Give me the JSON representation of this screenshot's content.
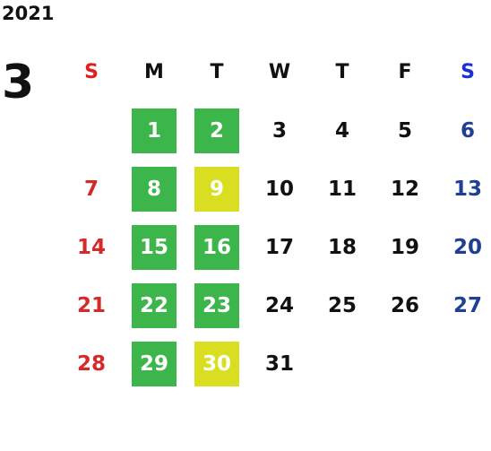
{
  "calendar": {
    "year": "2021",
    "month": "3",
    "weekday_headers": [
      "S",
      "M",
      "T",
      "W",
      "T",
      "F",
      "S"
    ],
    "weeks": [
      [
        {
          "day": "",
          "highlight": "none"
        },
        {
          "day": "1",
          "highlight": "green"
        },
        {
          "day": "2",
          "highlight": "green"
        },
        {
          "day": "3",
          "highlight": "none"
        },
        {
          "day": "4",
          "highlight": "none"
        },
        {
          "day": "5",
          "highlight": "none"
        },
        {
          "day": "6",
          "highlight": "none"
        }
      ],
      [
        {
          "day": "7",
          "highlight": "none"
        },
        {
          "day": "8",
          "highlight": "green"
        },
        {
          "day": "9",
          "highlight": "yellow"
        },
        {
          "day": "10",
          "highlight": "none"
        },
        {
          "day": "11",
          "highlight": "none"
        },
        {
          "day": "12",
          "highlight": "none"
        },
        {
          "day": "13",
          "highlight": "none"
        }
      ],
      [
        {
          "day": "14",
          "highlight": "none"
        },
        {
          "day": "15",
          "highlight": "green"
        },
        {
          "day": "16",
          "highlight": "green"
        },
        {
          "day": "17",
          "highlight": "none"
        },
        {
          "day": "18",
          "highlight": "none"
        },
        {
          "day": "19",
          "highlight": "none"
        },
        {
          "day": "20",
          "highlight": "none"
        }
      ],
      [
        {
          "day": "21",
          "highlight": "none"
        },
        {
          "day": "22",
          "highlight": "green"
        },
        {
          "day": "23",
          "highlight": "green"
        },
        {
          "day": "24",
          "highlight": "none"
        },
        {
          "day": "25",
          "highlight": "none"
        },
        {
          "day": "26",
          "highlight": "none"
        },
        {
          "day": "27",
          "highlight": "none"
        }
      ],
      [
        {
          "day": "28",
          "highlight": "none"
        },
        {
          "day": "29",
          "highlight": "green"
        },
        {
          "day": "30",
          "highlight": "yellow"
        },
        {
          "day": "31",
          "highlight": "none"
        },
        {
          "day": "",
          "highlight": "none"
        },
        {
          "day": "",
          "highlight": "none"
        },
        {
          "day": "",
          "highlight": "none"
        }
      ]
    ]
  },
  "colors": {
    "green_highlight": "#3cb54a",
    "yellow_highlight": "#d9df20",
    "sunday": "#d42a2a",
    "saturday": "#1f3f94"
  }
}
